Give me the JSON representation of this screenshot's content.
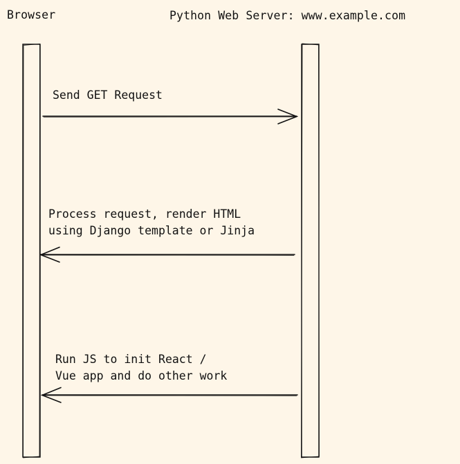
{
  "participants": {
    "browser": "Browser",
    "server": "Python Web Server: www.example.com"
  },
  "messages": [
    {
      "from": "browser",
      "to": "server",
      "lines": [
        "Send GET Request"
      ]
    },
    {
      "from": "server",
      "to": "browser",
      "lines": [
        "Process request, render HTML",
        "using Django template or Jinja"
      ]
    },
    {
      "from": "server",
      "to": "browser",
      "lines": [
        "Run JS to init React /",
        "Vue app and do other work"
      ]
    }
  ],
  "colors": {
    "background": "#fef6e8",
    "ink": "#111111"
  }
}
